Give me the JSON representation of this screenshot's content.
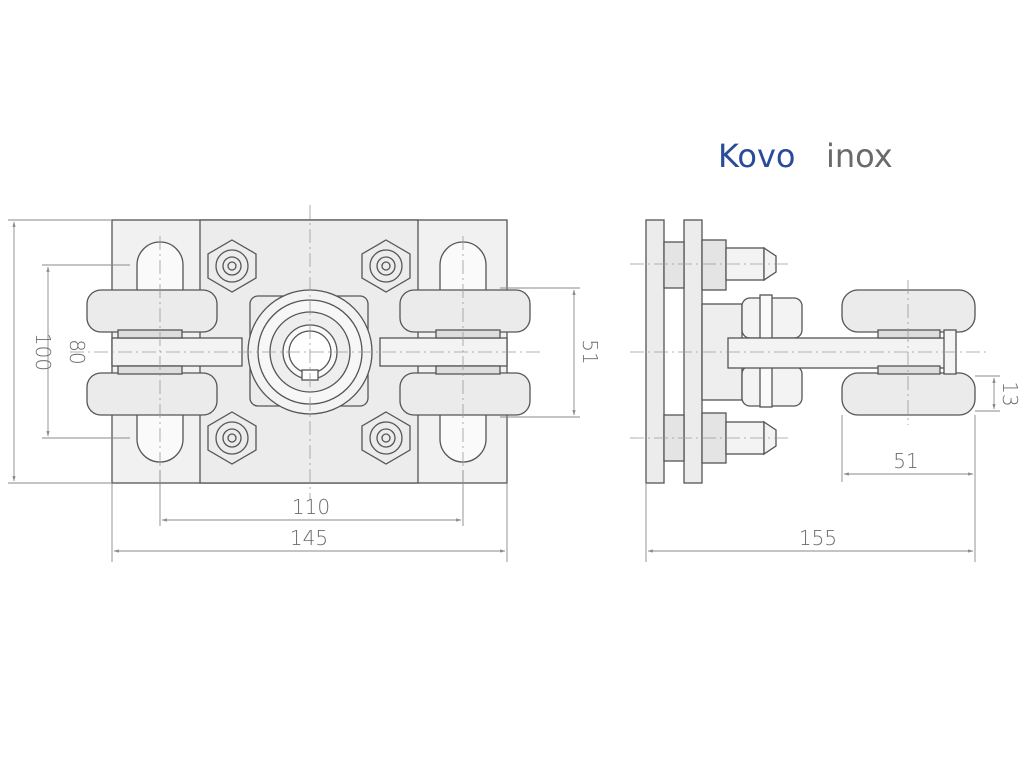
{
  "logo": {
    "part1": "Kovo",
    "part2": "inox",
    "color1": "#2a4a9c",
    "color2": "#6a6a6a"
  },
  "dimensions": {
    "front_height_outer": "100",
    "front_height_inner": "80",
    "front_width_slots": "110",
    "front_width_total": "145",
    "front_wheel_span": "51",
    "side_wheel_gap": "13",
    "side_wheel_width": "51",
    "side_total_length": "155"
  },
  "colors": {
    "line": "#555555",
    "dimline": "#8a8a8a",
    "part_fill": "#e9e9e9"
  }
}
